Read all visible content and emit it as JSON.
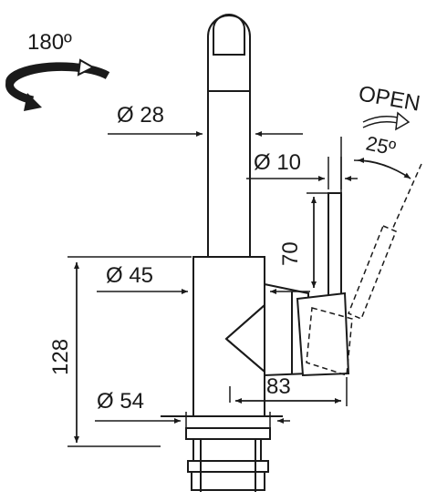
{
  "diagram": {
    "rotation_label": "180º",
    "spout_diameter_label": "Ø 28",
    "lever_diameter_label": "Ø 10",
    "lever_height_label": "70",
    "body_diameter_label": "Ø 45",
    "height_label": "128",
    "lever_reach_label": "83",
    "base_diameter_label": "Ø 54",
    "open_label": "OPEN",
    "open_angle_label": "25º"
  },
  "colors": {
    "line": "#1a1a1a",
    "background": "#ffffff"
  }
}
